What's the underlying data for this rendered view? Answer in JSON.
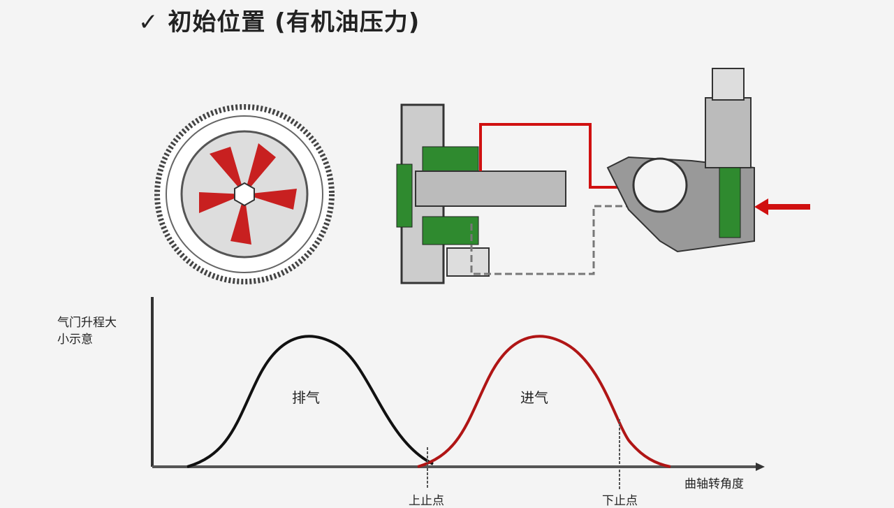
{
  "title": "✓ 初始位置 (有机油压力)",
  "chart": {
    "ylabel_line1": "气门升程大",
    "ylabel_line2": "小示意",
    "xlabel": "曲轴转角度",
    "exhaust_label": "排气",
    "intake_label": "进气",
    "tdc_label": "上止点",
    "bdc_label": "下止点"
  },
  "colors": {
    "exhaust": "#111111",
    "intake": "#b01515",
    "oil": "#d01010",
    "rotor": "#c82020",
    "seal": "#2f8a2f"
  }
}
